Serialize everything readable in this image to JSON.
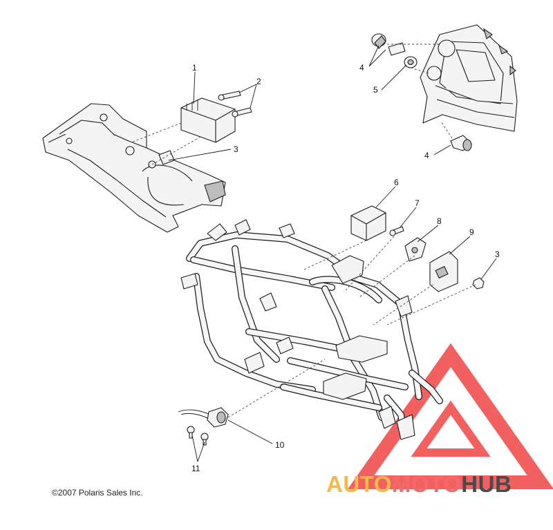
{
  "diagram": {
    "callouts": [
      {
        "id": "c1",
        "label": "1"
      },
      {
        "id": "c2",
        "label": "2"
      },
      {
        "id": "c3a",
        "label": "3"
      },
      {
        "id": "c3b",
        "label": "3"
      },
      {
        "id": "c4a",
        "label": "4"
      },
      {
        "id": "c4b",
        "label": "4"
      },
      {
        "id": "c5",
        "label": "5"
      },
      {
        "id": "c6",
        "label": "6"
      },
      {
        "id": "c7",
        "label": "7"
      },
      {
        "id": "c8",
        "label": "8"
      },
      {
        "id": "c9",
        "label": "9"
      },
      {
        "id": "c10",
        "label": "10"
      },
      {
        "id": "c11",
        "label": "11"
      }
    ],
    "copyright": "©2007 Polaris Sales Inc.",
    "watermark": {
      "text_part_1": "AUTO",
      "text_part_2": "MOTO",
      "text_part_3": "HUB",
      "colors": {
        "auto": "#f6b84a",
        "moto": "#f26a6a",
        "hub": "#4a4a4a",
        "triangle": "#f04545"
      }
    }
  }
}
